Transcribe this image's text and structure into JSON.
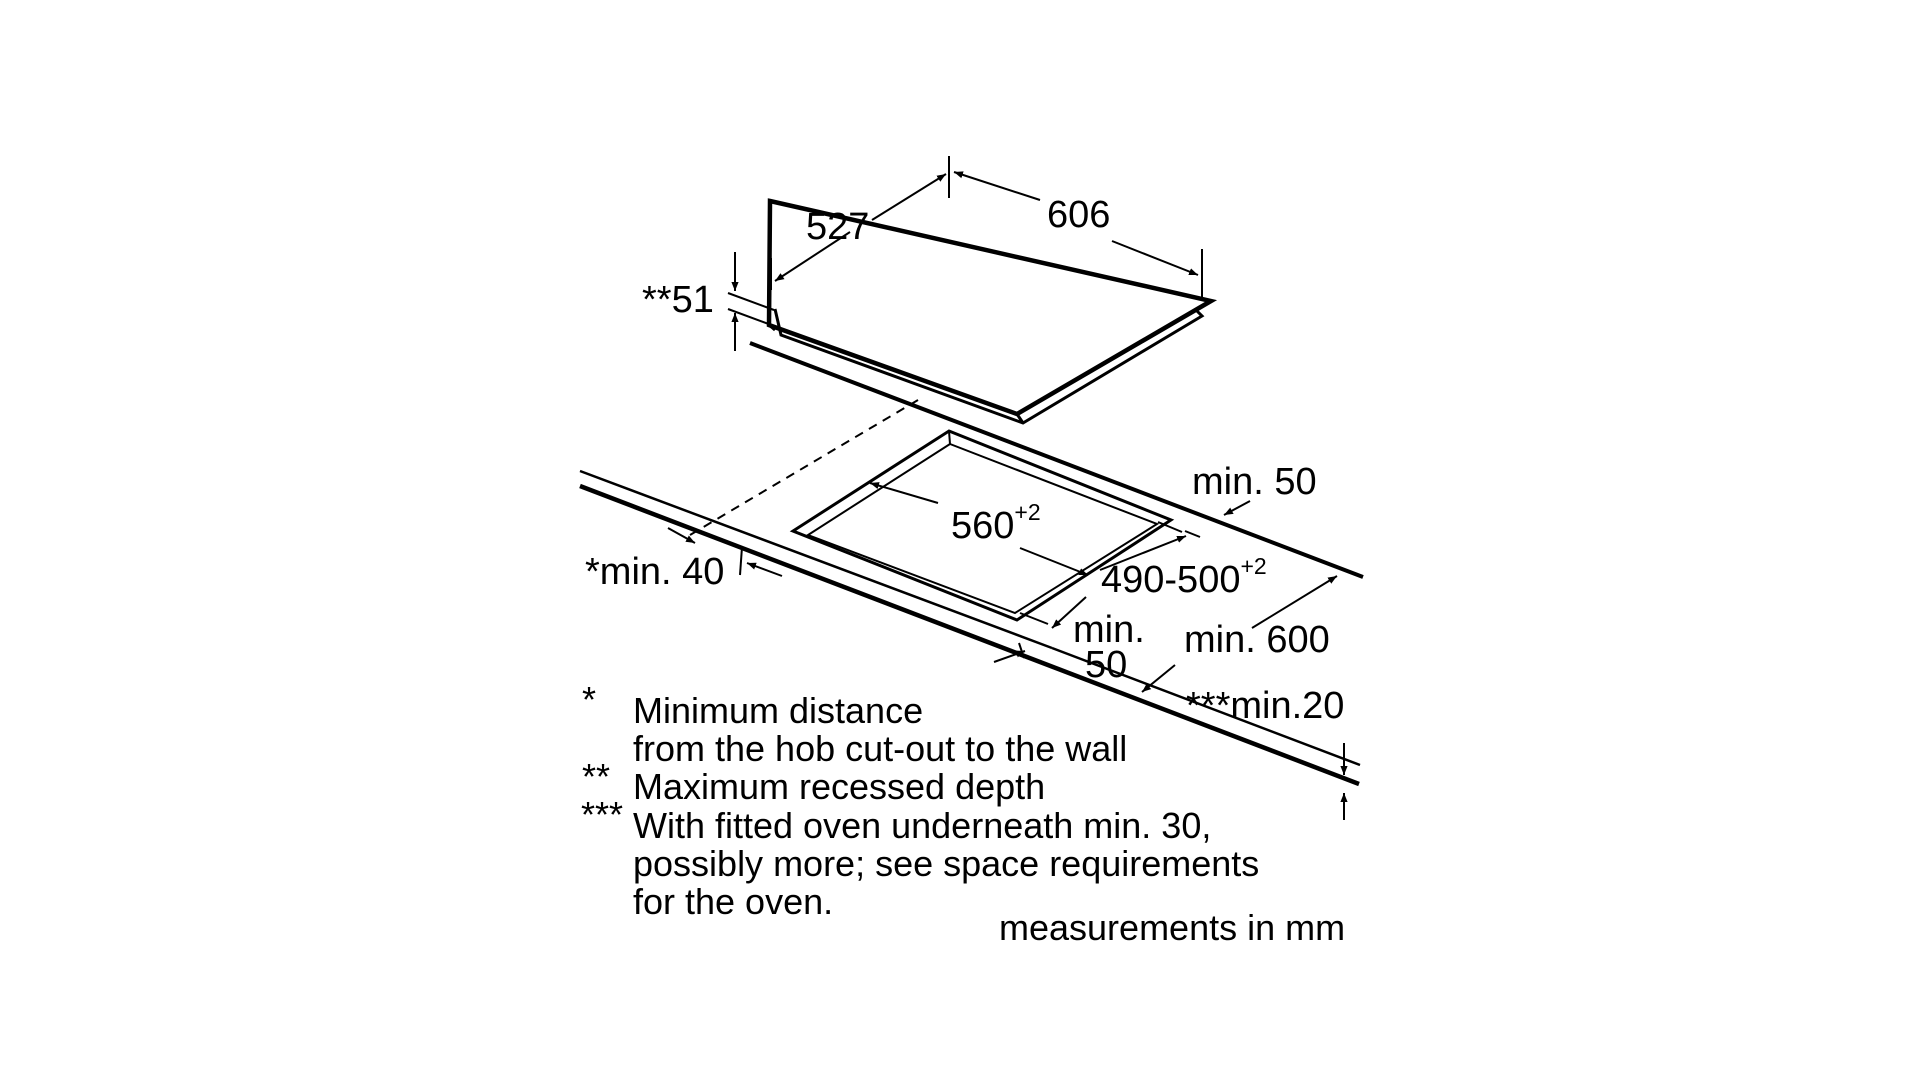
{
  "labels": {
    "width_top": "606",
    "depth_top": "527",
    "depth_recess": "**51",
    "cutout_width_base": "560",
    "cutout_width_tol": "+2",
    "cutout_depth_base": "490-500",
    "cutout_depth_tol": "+2",
    "min_front": "*min. 40",
    "min_back": "min. 50",
    "min_side_l1": "min.",
    "min_side_l2": "50",
    "min_600": "min. 600",
    "min_20": "***min.20",
    "units": "measurements in mm"
  },
  "notes": [
    {
      "mark": "*",
      "lines": [
        "Minimum distance",
        "from the hob cut-out to the wall"
      ]
    },
    {
      "mark": "**",
      "lines": [
        "Maximum recessed depth"
      ]
    },
    {
      "mark": "***",
      "lines": [
        "With fitted oven underneath min. 30,",
        "possibly more; see space requirements",
        "for the oven."
      ]
    }
  ],
  "colors": {
    "line": "#000000",
    "background": "#ffffff"
  }
}
